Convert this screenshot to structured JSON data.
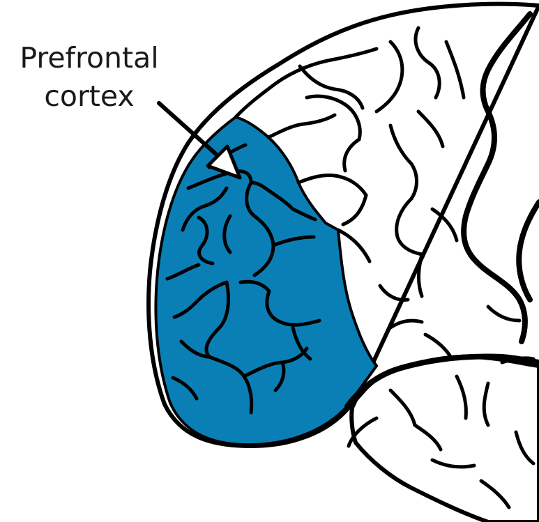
{
  "annotation": {
    "line1": "Prefrontal",
    "line2": "cortex"
  },
  "region": {
    "name": "Prefrontal cortex",
    "fill_color": "#0a7fb6"
  },
  "outline_color": "#000000",
  "background_color": "#ffffff"
}
